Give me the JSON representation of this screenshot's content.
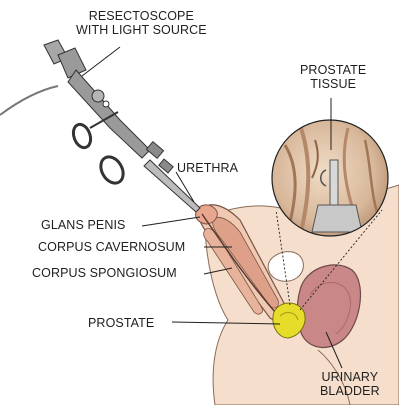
{
  "labels": {
    "resectoscope_line1": "RESECTOSCOPE",
    "resectoscope_line2": "WITH LIGHT SOURCE",
    "prostate_tissue_line1": "PROSTATE",
    "prostate_tissue_line2": "TISSUE",
    "urethra": "URETHRA",
    "glans_penis": "GLANS PENIS",
    "corpus_cavernosum": "CORPUS CAVERNOSUM",
    "corpus_spongiosum": "CORPUS SPONGIOSUM",
    "prostate": "PROSTATE",
    "urinary_bladder_line1": "URINARY",
    "urinary_bladder_line2": "BLADDER"
  },
  "colors": {
    "skin": "#f5dfcc",
    "tissue": "#e8b39b",
    "cavernosum": "#dfa08a",
    "bladder": "#c98787",
    "prostate": "#e6dc2a",
    "instrument": "#9a9a9a",
    "outline": "#1f1f1f"
  }
}
